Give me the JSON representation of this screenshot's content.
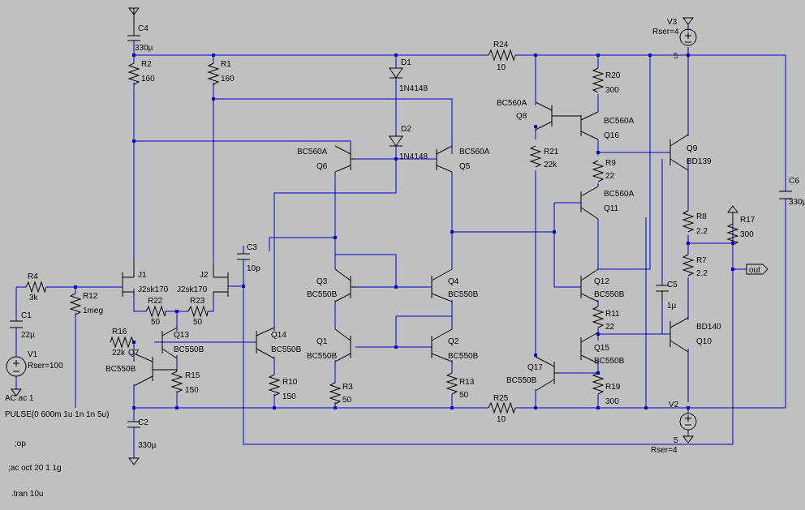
{
  "colors": {
    "background": "#c0c0c0",
    "wire": "#0000cc",
    "component": "#000000"
  },
  "labels": {
    "c4": "C4",
    "c4_val": "330µ",
    "r2": "R2",
    "r2_val": "160",
    "r1": "R1",
    "r1_val": "160",
    "d1": "D1",
    "d1_val": "1N4148",
    "d2": "D2",
    "d2_val": "1N4148",
    "r24": "R24",
    "r24_val": "10",
    "v3": "V3",
    "v3_rser": "Rser=4",
    "v3_val": "5",
    "r20": "R20",
    "r20_val": "300",
    "q8_model": "BC560A",
    "q8": "Q8",
    "q16_model": "BC560A",
    "q16": "Q16",
    "r21": "R21",
    "r21_val": "22k",
    "r9": "R9",
    "r9_val": "22",
    "q9": "Q9",
    "q9_model": "BD139",
    "q11_model": "BC560A",
    "q11": "Q11",
    "q6_model": "BC560A",
    "q6": "Q6",
    "q5_model": "BC560A",
    "q5": "Q5",
    "c6": "C6",
    "c6_val": "330µ",
    "r8": "R8",
    "r8_val": "2.2",
    "r17": "R17",
    "r17_val": "300",
    "r7": "R7",
    "r7_val": "2.2",
    "out": "out",
    "c3": "C3",
    "c3_val": "10p",
    "q3": "Q3",
    "q3_model": "BC550B",
    "q4": "Q4",
    "q4_model": "BC550B",
    "q12": "Q12",
    "q12_model": "BC550B",
    "c5": "C5",
    "c5_val": "1µ",
    "r4": "R4",
    "r4_val": "3k",
    "r12": "R12",
    "r12_val": "1meg",
    "j1": "J1",
    "j1_model": "J2sk170",
    "j2": "J2",
    "j2_model": "J2sk170",
    "r22": "R22",
    "r22_val": "50",
    "r23": "R23",
    "r23_val": "50",
    "c1": "C1",
    "c1_val": "22µ",
    "v1": "V1",
    "v1_rser": "Rser=100",
    "v1_ac": "AC ac 1",
    "v1_pulse": "PULSE(0 600m 1u 1n 1n 5u)",
    "r16": "R16",
    "r16_val": "22k",
    "q7": "Q7",
    "q7_model": "BC550B",
    "q13": "Q13",
    "q13_model": "BC550B",
    "q14": "Q14",
    "q14_model": "BC550B",
    "r15": "R15",
    "r15_val": "150",
    "r10": "R10",
    "r10_val": "150",
    "q1": "Q1",
    "q1_model": "BC550B",
    "q2": "Q2",
    "q2_model": "BC550B",
    "r11": "R11",
    "r11_val": "22",
    "q15": "Q15",
    "q15_model": "BC550B",
    "q10": "Q10",
    "q10_model": "BD140",
    "q17": "Q17",
    "q17_model": "BC550B",
    "r3": "R3",
    "r3_val": "50",
    "r13": "R13",
    "r13_val": "50",
    "r19": "R19",
    "r19_val": "300",
    "r25": "R25",
    "r25_val": "10",
    "v2": "V2",
    "v2_val": "5",
    "v2_rser": "Rser=4",
    "c2": "C2",
    "c2_val": "330µ",
    "dir_op": ";op",
    "dir_ac": ";ac oct 20 1 1g",
    "dir_tran": ".tran 10u"
  }
}
